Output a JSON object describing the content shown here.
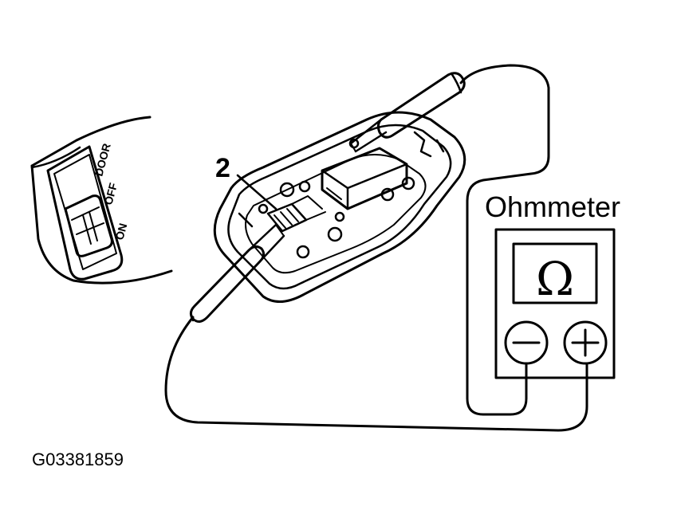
{
  "figure_id": "G03381859",
  "meter": {
    "title": "Ohmmeter",
    "symbol": "Ω"
  },
  "callout_number": "2",
  "switch_positions": [
    "ON",
    "OFF",
    "DOOR"
  ]
}
